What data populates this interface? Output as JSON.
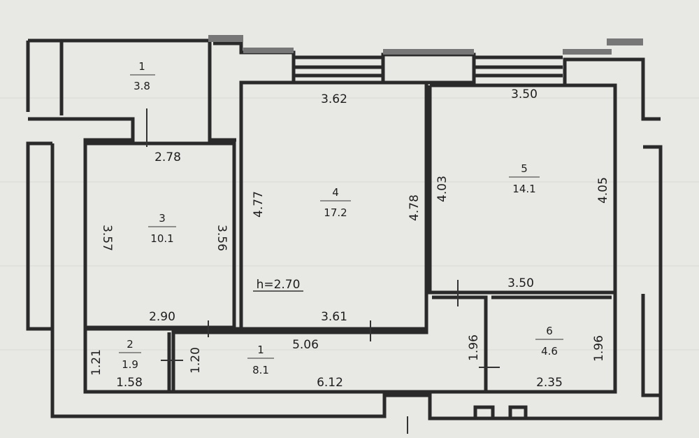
{
  "rooms": [
    {
      "id": "r1a",
      "number": "1",
      "area": "3.8"
    },
    {
      "id": "r3",
      "number": "3",
      "area": "10.1"
    },
    {
      "id": "r4",
      "number": "4",
      "area": "17.2"
    },
    {
      "id": "r5",
      "number": "5",
      "area": "14.1"
    },
    {
      "id": "r2",
      "number": "2",
      "area": "1.9"
    },
    {
      "id": "r1b",
      "number": "1",
      "area": "8.1"
    },
    {
      "id": "r6",
      "number": "6",
      "area": "4.6"
    }
  ],
  "dimensions": {
    "d362": "3.62",
    "d350top": "3.50",
    "d278": "2.78",
    "d477": "4.77",
    "d478": "4.78",
    "d403": "4.03",
    "d405": "4.05",
    "d357": "3.57",
    "d356": "3.56",
    "d290": "2.90",
    "d361": "3.61",
    "d350mid": "3.50",
    "d506": "5.06",
    "d196a": "1.96",
    "d196b": "1.96",
    "d121": "1.21",
    "d120": "1.20",
    "d158": "1.58",
    "d612": "6.12",
    "d235": "2.35"
  },
  "ceiling_height": "h=2.70",
  "colors": {
    "paper": "#e8e8e5",
    "wall": "#2a2a2a",
    "ink": "#1d1d1d",
    "line": "#444444"
  }
}
